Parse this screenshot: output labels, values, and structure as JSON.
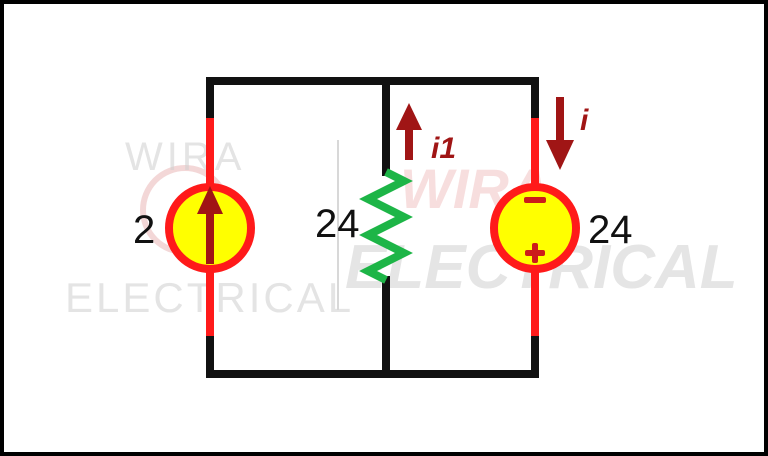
{
  "watermark": {
    "line1": "WIRA",
    "line2": "ELECTRICAL",
    "big1": "WIRA",
    "big2": "ELECTRICAL"
  },
  "components": {
    "current_source": {
      "value": "2"
    },
    "resistor": {
      "value": "24"
    },
    "voltage_source": {
      "value": "24",
      "top_sign": "−",
      "bottom_sign": "+"
    }
  },
  "currents": {
    "i1": {
      "symbol": "i",
      "subscript": "1"
    },
    "i": {
      "symbol": "i"
    }
  },
  "colors": {
    "wire": "#111111",
    "lead": "#ff1a1a",
    "source_fill": "#ffff00",
    "source_ring": "#ff1a1a",
    "resistor": "#1db547",
    "arrow": "#a01515",
    "border": "#000000"
  }
}
